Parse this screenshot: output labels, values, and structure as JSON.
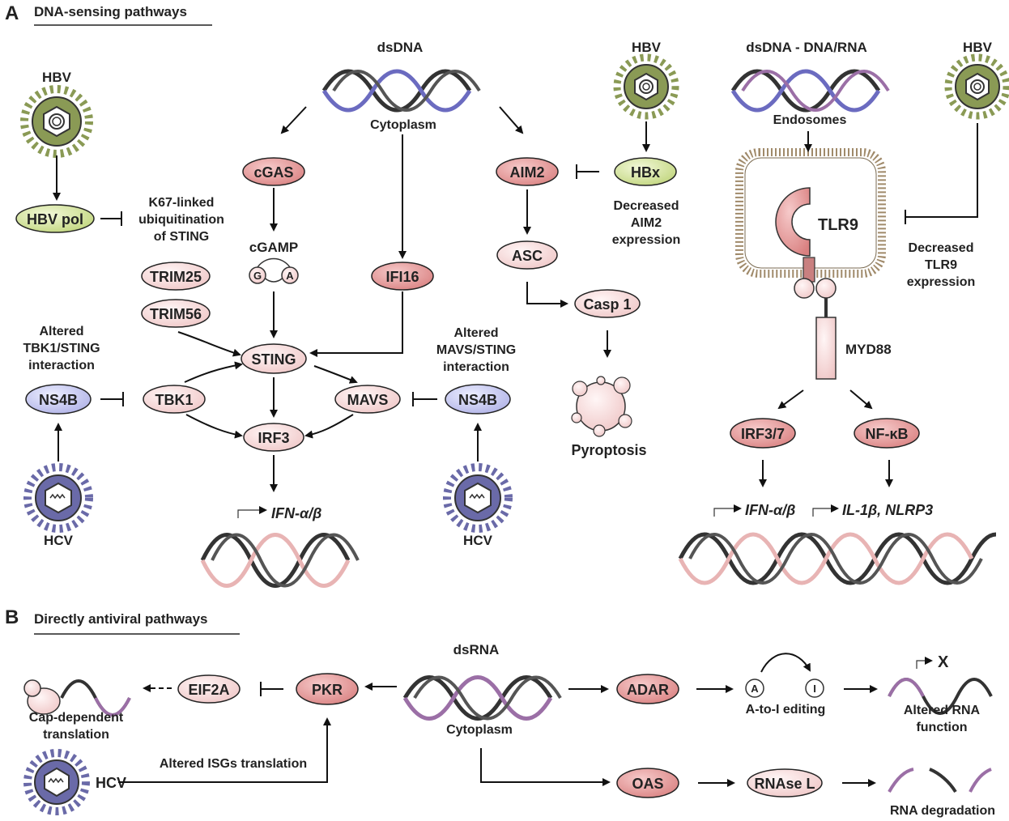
{
  "panels": {
    "a_letter": "A",
    "a_title": "DNA-sensing pathways",
    "b_letter": "B",
    "b_title": "Directly antiviral pathways"
  },
  "colors": {
    "node_pink": "#f7d6d6",
    "node_red": "#e39a9a",
    "node_blue": "#c7c7f0",
    "node_green": "#d7e6a0",
    "hbv_virus": "#8a9a55",
    "hcv_virus": "#6a6aa8",
    "dna_strand_dark": "#333333",
    "dna_strand_blue": "#6b6bc0",
    "dna_strand_pink": "#e8b4b4",
    "dna_strand_purple": "#9b6fa6"
  },
  "labels": {
    "dsdna": "dsDNA",
    "cytoplasm_a": "Cytoplasm",
    "hbv_left": "HBV",
    "hbv_mid": "HBV",
    "hbv_right": "HBV",
    "dsdna_rna": "dsDNA - DNA/RNA",
    "endosomes": "Endosomes",
    "cgamp": "cGAMP",
    "cgamp_g": "G",
    "cgamp_a": "A",
    "k67_line1": "K67-linked",
    "k67_line2": "ubiquitination",
    "k67_line3": "of STING",
    "dec_aim2_1": "Decreased",
    "dec_aim2_2": "AIM2",
    "dec_aim2_3": "expression",
    "dec_tlr9_1": "Decreased",
    "dec_tlr9_2": "TLR9",
    "dec_tlr9_3": "expression",
    "alt_tbk1_1": "Altered",
    "alt_tbk1_2": "TBK1/STING",
    "alt_tbk1_3": "interaction",
    "alt_mavs_1": "Altered",
    "alt_mavs_2": "MAVS/STING",
    "alt_mavs_3": "interaction",
    "pyroptosis": "Pyroptosis",
    "hcv_left": "HCV",
    "hcv_mid": "HCV",
    "myd88": "MYD88",
    "tlr9": "TLR9",
    "ifn_ab_left": "IFN-α/β",
    "ifn_ab_right": "IFN-α/β",
    "il1b_nlrp3": "IL-1β, NLRP3",
    "dsrna": "dsRNA",
    "cytoplasm_b": "Cytoplasm",
    "cap_dep_1": "Cap-dependent",
    "cap_dep_2": "translation",
    "hcv_b": "HCV",
    "altered_isgs": "Altered ISGs translation",
    "a_to_i": "A-to-I editing",
    "edit_a": "A",
    "edit_i": "I",
    "altered_rna_1": "Altered RNA",
    "altered_rna_2": "function",
    "x_mark": "X",
    "rna_degradation": "RNA degradation"
  },
  "nodes": {
    "cgas": "cGAS",
    "trim25": "TRIM25",
    "trim56": "TRIM56",
    "sting": "STING",
    "ifi16": "IFI16",
    "tbk1": "TBK1",
    "mavs": "MAVS",
    "irf3": "IRF3",
    "ns4b_left": "NS4B",
    "ns4b_right": "NS4B",
    "hbv_pol": "HBV pol",
    "aim2": "AIM2",
    "hbx": "HBx",
    "asc": "ASC",
    "casp1": "Casp 1",
    "irf37": "IRF3/7",
    "nfkb": "NF-κB",
    "eif2a": "EIF2A",
    "pkr": "PKR",
    "adar": "ADAR",
    "oas": "OAS",
    "rnase_l": "RNAse L"
  }
}
